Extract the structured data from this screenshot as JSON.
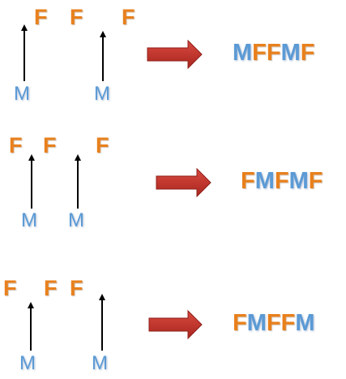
{
  "rows": [
    {
      "top_letters": [
        "F",
        "F",
        "F"
      ],
      "bottom_letters": [
        "M",
        "M"
      ],
      "result": "MFFMF",
      "colors": {
        "F": "#e8801c",
        "M": "#5b9ad5"
      }
    },
    {
      "top_letters": [
        "F",
        "F",
        "F"
      ],
      "bottom_letters": [
        "M",
        "M"
      ],
      "result": "FMFMF",
      "colors": {
        "F": "#e8801c",
        "M": "#5b9ad5"
      }
    },
    {
      "top_letters": [
        "F",
        "F",
        "F"
      ],
      "bottom_letters": [
        "M",
        "M"
      ],
      "result": "FMFFM",
      "colors": {
        "F": "#e8801c",
        "M": "#5b9ad5"
      }
    }
  ],
  "arrow_color": "#c0322a",
  "line_color": "#000000"
}
